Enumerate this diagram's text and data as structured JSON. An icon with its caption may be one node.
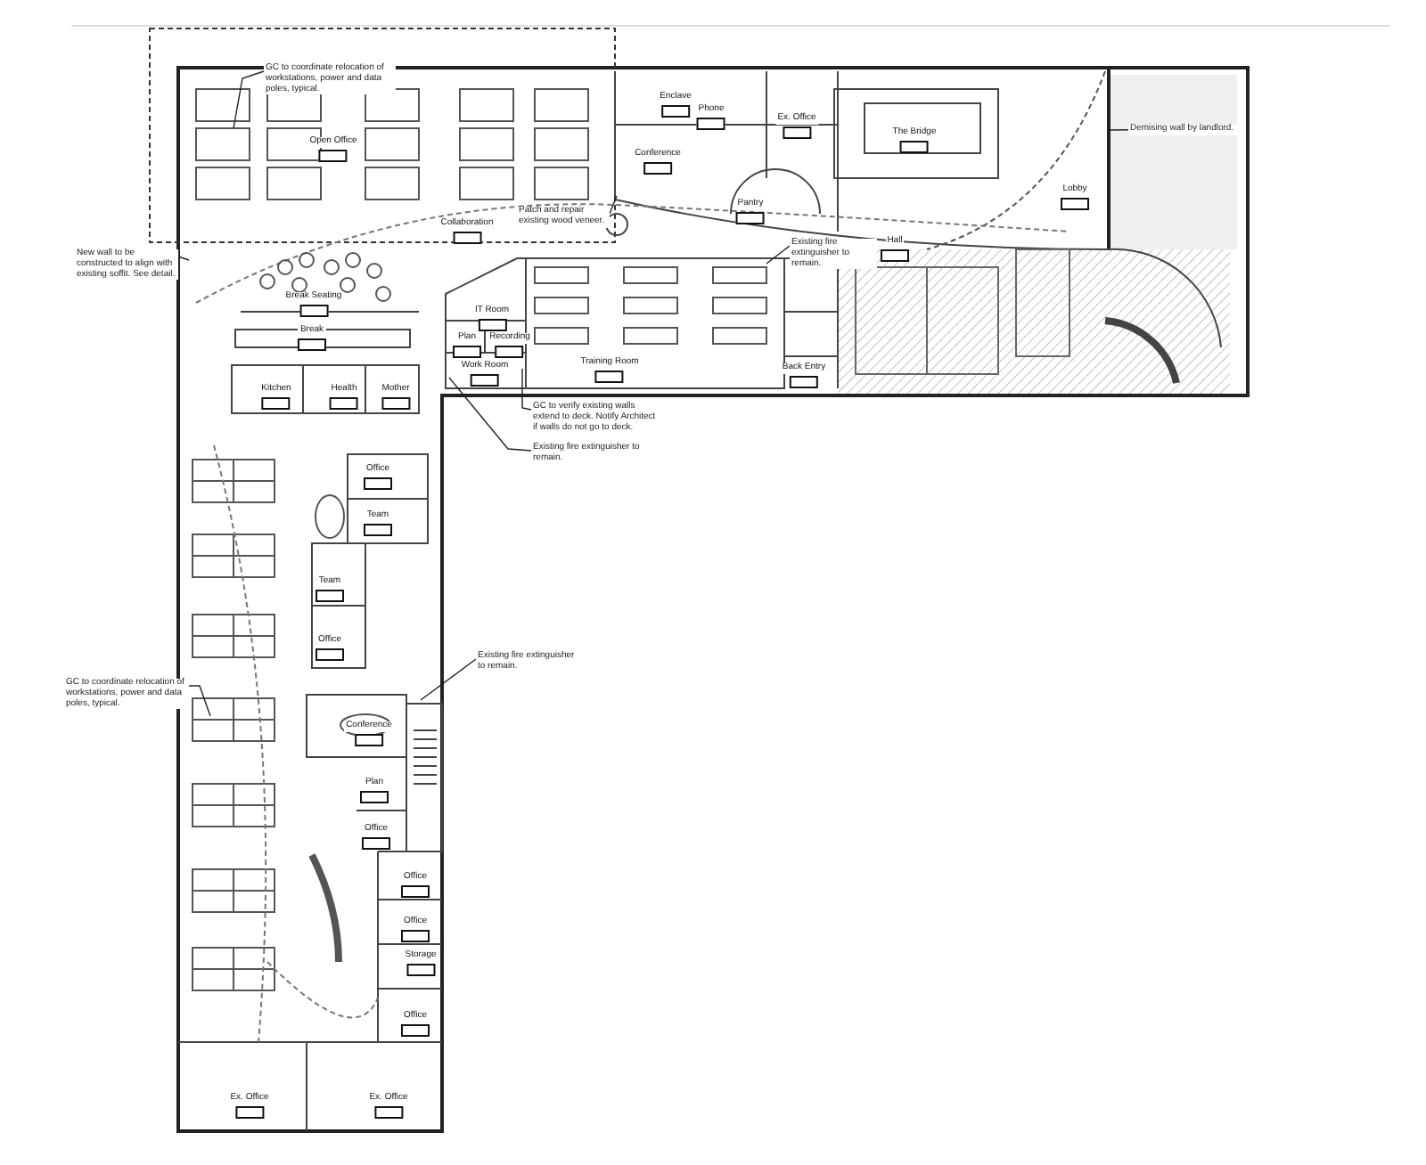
{
  "diagram": {
    "nodes": [
      {
        "text": [
          "GC to coordinate relocation of workstations, power and data poles, typical."
        ]
      },
      {
        "text": [
          "New wall to be constructed to align with existing soffit. See detail."
        ]
      },
      {
        "text": [
          "Patch and repair existing wood veneer."
        ]
      },
      {
        "text": [
          "Existing fire extinguisher to remain."
        ]
      },
      {
        "text": [
          "Demising wall by landlord."
        ]
      },
      {
        "text": [
          "GC to verify existing walls extend to deck. Notify Architect if walls do not go to deck."
        ]
      },
      {
        "text": [
          "Existing fire extinguisher to remain."
        ]
      },
      {
        "text": [
          "Existing fire extinguisher to remain."
        ]
      },
      {
        "text": [
          "GC to coordinate relocation of workstations, power and data poles, typical."
        ]
      }
    ],
    "edges": [
      {
        "from": 0,
        "to": null,
        "arrow": "none"
      },
      {
        "from": 1,
        "to": null,
        "arrow": "none"
      },
      {
        "from": 2,
        "to": null,
        "arrow": "none"
      },
      {
        "from": 3,
        "to": null,
        "arrow": "none"
      },
      {
        "from": 4,
        "to": null,
        "arrow": "none"
      },
      {
        "from": 5,
        "to": null,
        "arrow": "none"
      },
      {
        "from": 6,
        "to": null,
        "arrow": "none"
      },
      {
        "from": 7,
        "to": null,
        "arrow": "none"
      },
      {
        "from": 8,
        "to": null,
        "arrow": "none"
      }
    ],
    "labels": [
      "Open Office",
      "Enclave",
      "Phone",
      "Ex. Office",
      "The Bridge",
      "Conference",
      "Pantry",
      "Lobby",
      "Collaboration",
      "Hall",
      "Break Seating",
      "Break",
      "IT Room",
      "Plan",
      "Recording",
      "Work Room",
      "Training Room",
      "Back Entry",
      "Kitchen",
      "Health",
      "Mother",
      "Office",
      "Team",
      "Team",
      "Office",
      "Conference",
      "Plan",
      "Office",
      "Office",
      "Office",
      "Storage",
      "Office",
      "Ex. Office",
      "Ex. Office"
    ]
  }
}
